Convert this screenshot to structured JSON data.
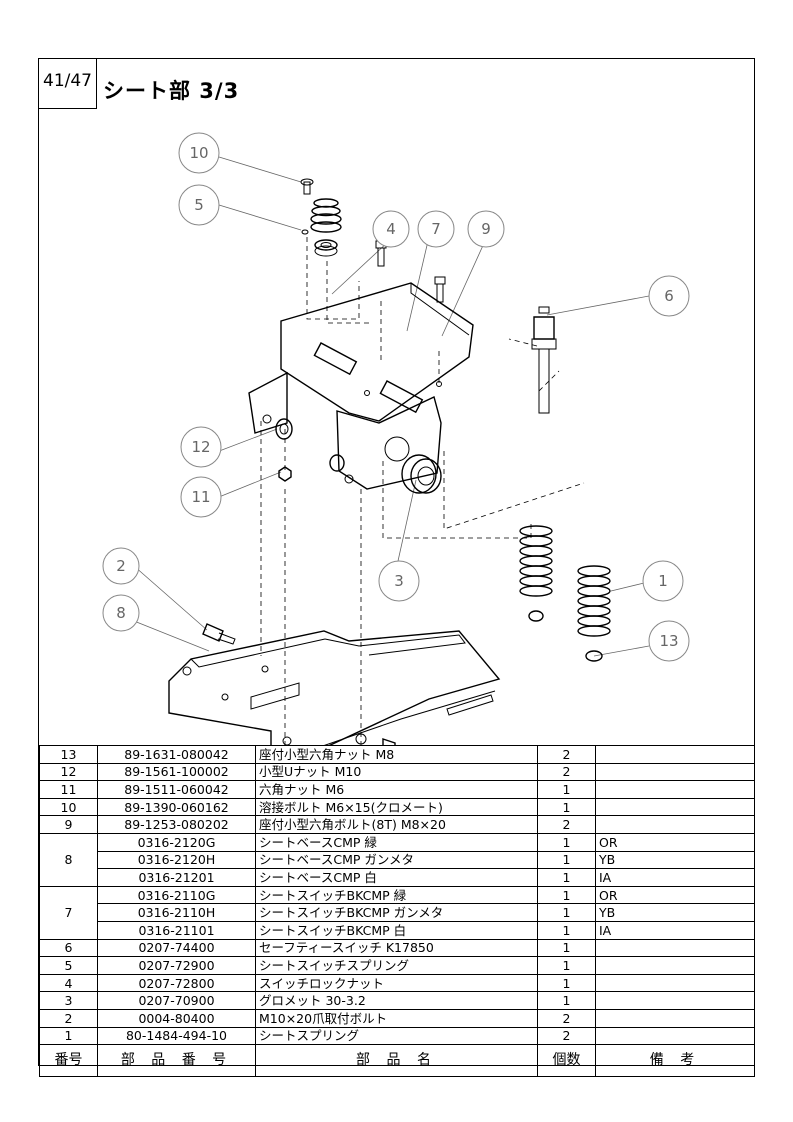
{
  "header": {
    "page_label": "41/47",
    "section_title": "シート部 3/3"
  },
  "callouts": [
    {
      "id": "10",
      "label": "10"
    },
    {
      "id": "5",
      "label": "5"
    },
    {
      "id": "4",
      "label": "4"
    },
    {
      "id": "7",
      "label": "7"
    },
    {
      "id": "9",
      "label": "9"
    },
    {
      "id": "6",
      "label": "6"
    },
    {
      "id": "12",
      "label": "12"
    },
    {
      "id": "11",
      "label": "11"
    },
    {
      "id": "3",
      "label": "3"
    },
    {
      "id": "2",
      "label": "2"
    },
    {
      "id": "8",
      "label": "8"
    },
    {
      "id": "1",
      "label": "1"
    },
    {
      "id": "13",
      "label": "13"
    }
  ],
  "table": {
    "headers": {
      "no": "番号",
      "part_no": "部 品 番 号",
      "name": "部 品 名",
      "qty": "個数",
      "remarks": "備 考"
    },
    "rows": [
      {
        "no": "13",
        "part_no": "89-1631-080042",
        "name": "座付小型六角ナット M8",
        "qty": "2",
        "remarks": ""
      },
      {
        "no": "12",
        "part_no": "89-1561-100002",
        "name": "小型Uナット M10",
        "qty": "2",
        "remarks": ""
      },
      {
        "no": "11",
        "part_no": "89-1511-060042",
        "name": "六角ナット M6",
        "qty": "1",
        "remarks": ""
      },
      {
        "no": "10",
        "part_no": "89-1390-060162",
        "name": "溶接ボルト M6×15(クロメート)",
        "qty": "1",
        "remarks": ""
      },
      {
        "no": "9",
        "part_no": "89-1253-080202",
        "name": "座付小型六角ボルト(8T) M8×20",
        "qty": "2",
        "remarks": ""
      },
      {
        "no": "8",
        "part_no": "0316-2120G",
        "name": "シートベースCMP 緑",
        "qty": "1",
        "remarks": "OR"
      },
      {
        "no": "",
        "part_no": "0316-2120H",
        "name": "シートベースCMP ガンメタ",
        "qty": "1",
        "remarks": "YB"
      },
      {
        "no": "",
        "part_no": "0316-21201",
        "name": "シートベースCMP 白",
        "qty": "1",
        "remarks": "IA"
      },
      {
        "no": "7",
        "part_no": "0316-2110G",
        "name": "シートスイッチBKCMP 緑",
        "qty": "1",
        "remarks": "OR"
      },
      {
        "no": "",
        "part_no": "0316-2110H",
        "name": "シートスイッチBKCMP ガンメタ",
        "qty": "1",
        "remarks": "YB"
      },
      {
        "no": "",
        "part_no": "0316-21101",
        "name": "シートスイッチBKCMP 白",
        "qty": "1",
        "remarks": "IA"
      },
      {
        "no": "6",
        "part_no": "0207-74400",
        "name": "セーフティースイッチ K17850",
        "qty": "1",
        "remarks": ""
      },
      {
        "no": "5",
        "part_no": "0207-72900",
        "name": "シートスイッチスプリング",
        "qty": "1",
        "remarks": ""
      },
      {
        "no": "4",
        "part_no": "0207-72800",
        "name": "スイッチロックナット",
        "qty": "1",
        "remarks": ""
      },
      {
        "no": "3",
        "part_no": "0207-70900",
        "name": "グロメット 30-3.2",
        "qty": "1",
        "remarks": ""
      },
      {
        "no": "2",
        "part_no": "0004-80400",
        "name": "M10×20爪取付ボルト",
        "qty": "2",
        "remarks": ""
      },
      {
        "no": "1",
        "part_no": "80-1484-494-10",
        "name": "シートスプリング",
        "qty": "2",
        "remarks": ""
      }
    ]
  }
}
